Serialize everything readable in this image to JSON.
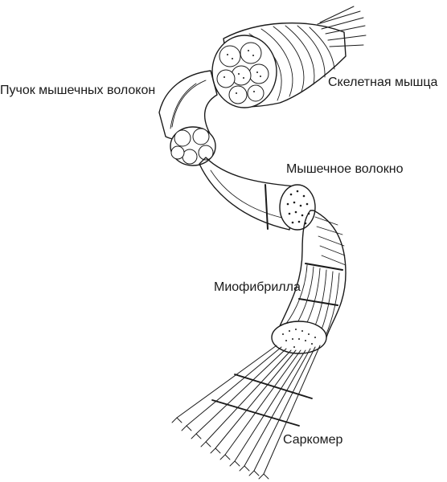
{
  "labels": {
    "skeletal_muscle": "Скелетная мышца",
    "muscle_fiber_bundle": "Пучок мышечных волокон",
    "muscle_fiber": "Мышечное волокно",
    "myofibril": "Миофибрилла",
    "sarcomere": "Саркомер"
  },
  "colors": {
    "ink": "#1a1a1a",
    "background": "#ffffff"
  }
}
